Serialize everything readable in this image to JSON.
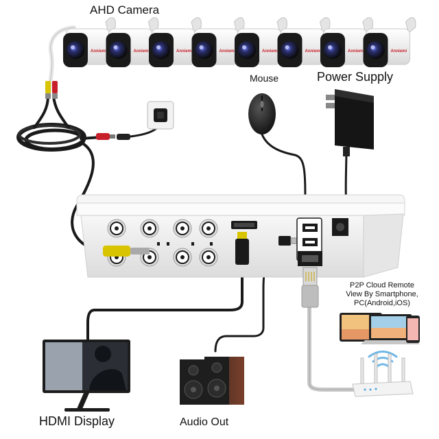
{
  "labels": {
    "ahd_camera": "AHD Camera",
    "mouse": "Mouse",
    "power_supply": "Power Supply",
    "hdmi_display": "HDMI Display",
    "audio_out": "Audio Out",
    "p2p_line1": "P2P Cloud Remote",
    "p2p_line2": "View By Smartphone,",
    "p2p_line3": "PC(Android,iOS)"
  },
  "camera_brand": "Anniemi",
  "camera_count": 8,
  "dvr_bnc_ports": 8,
  "colors": {
    "cable": "#1a1a1a",
    "dvr_body": "#eeeeee",
    "camera_body": "#f4f4f4",
    "bnc_connector": "#d8c400",
    "power_cable_red": "#c8202a",
    "ethernet_cable": "#c9c9c9"
  },
  "icons": [
    "camera-icon",
    "mouse-icon",
    "power-adapter-icon",
    "wall-outlet-icon",
    "monitor-icon",
    "speaker-icon",
    "router-icon",
    "laptop-icon",
    "tablet-icon",
    "smartphone-icon"
  ]
}
